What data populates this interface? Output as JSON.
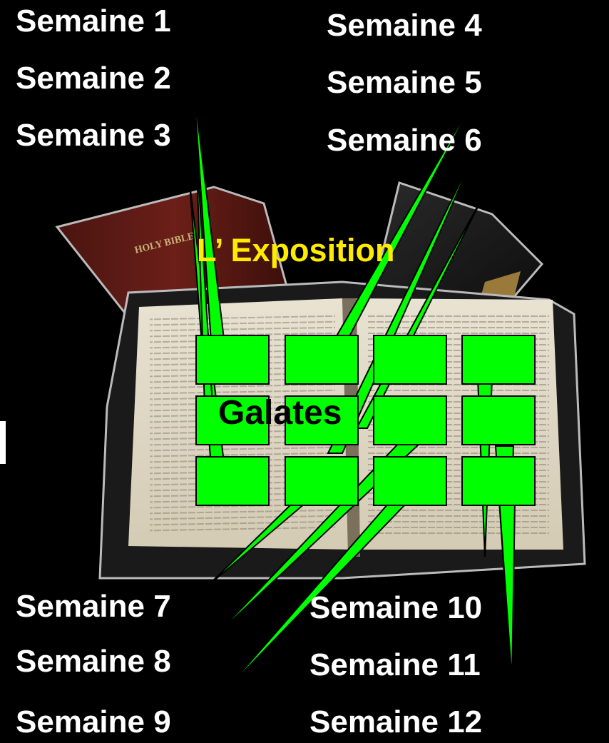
{
  "title": "L’ Exposition",
  "book": "Galates",
  "weeks_left_top": [
    "Semaine 1",
    "Semaine 2",
    "Semaine 3"
  ],
  "weeks_right_top": [
    "Semaine 4",
    "Semaine 5",
    "Semaine 6"
  ],
  "weeks_left_bottom": [
    "Semaine 7",
    "Semaine 8",
    "Semaine 9"
  ],
  "weeks_right_bottom": [
    "Semaine 10",
    "Semaine 11",
    "Semaine 12"
  ],
  "bible_spine_text": "HOLY BIBLE",
  "colors": {
    "background": "#000000",
    "week_text": "#ffffff",
    "title": "#ffea00",
    "box_fill": "#00ff00",
    "box_stroke": "#000000"
  }
}
